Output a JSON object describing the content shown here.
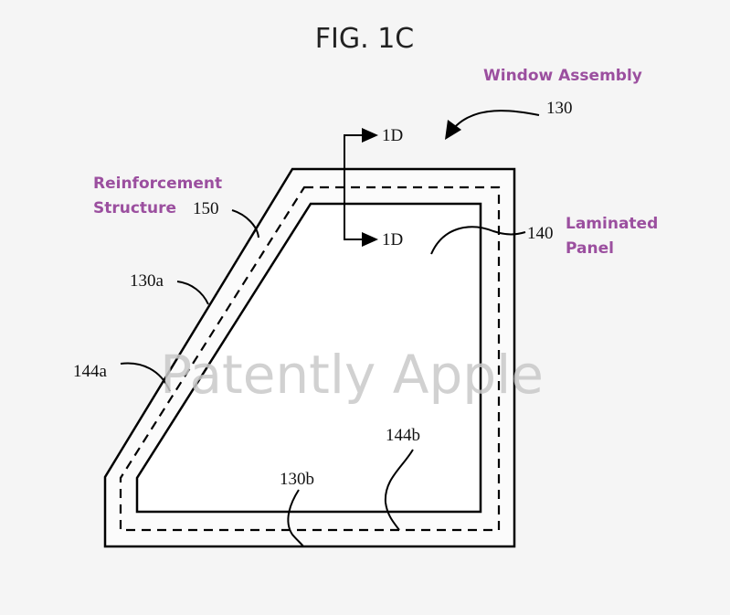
{
  "title": "FIG. 1C",
  "watermark": "Patently Apple",
  "labels": {
    "window_assembly": "Window Assembly",
    "reinforcement_line1": "Reinforcement",
    "reinforcement_line2": "Structure",
    "laminated_line1": "Laminated",
    "laminated_line2": "Panel"
  },
  "refs": {
    "r130": "130",
    "r150": "150",
    "r140": "140",
    "r130a": "130a",
    "r144a": "144a",
    "r144b": "144b",
    "r130b": "130b",
    "section_top": "1D",
    "section_bottom": "1D"
  },
  "colors": {
    "accent": "#9b4f9f",
    "line": "#000000"
  }
}
